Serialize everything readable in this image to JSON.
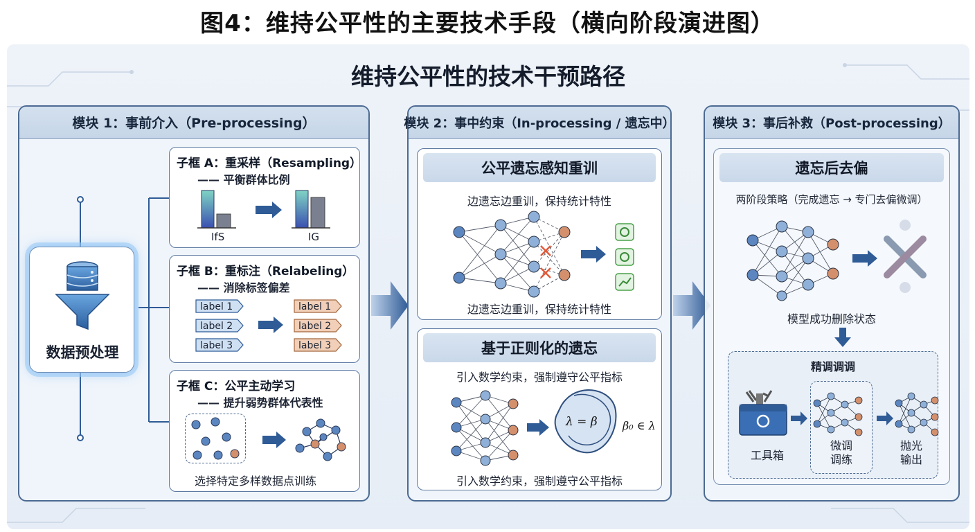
{
  "figure_title": "图4：维持公平性的主要技术手段（横向阶段演进图）",
  "main_title": "维持公平性的技术干预路径",
  "left": {
    "source_label": "数据预处理",
    "source_icon": "database-funnel-icon"
  },
  "module1": {
    "title": "模块 1：事前介入（Pre-processing）",
    "box_a": {
      "title": "子框 A：重采样（Resampling）",
      "subtitle": "—— 平衡群体比例",
      "label_before": "IfS",
      "label_after": "IG"
    },
    "box_b": {
      "title": "子框 B：重标注（Relabeling）",
      "subtitle": "—— 消除标签偏差",
      "labels_before": [
        "label 1",
        "label 2",
        "label 3"
      ],
      "labels_after": [
        "label 1",
        "label 2",
        "label 3"
      ]
    },
    "box_c": {
      "title": "子框 C：公平主动学习",
      "subtitle": "—— 提升弱势群体代表性",
      "caption": "选择特定多样数据点训练"
    }
  },
  "module2": {
    "title": "模块 2：事中约束（In-processing / 遗忘中）",
    "card1": {
      "title": "公平遗忘感知重训",
      "text_top": "边遗忘边重训，保持统计特性",
      "text_bottom": "边遗忘边重训，保持统计特性"
    },
    "card2": {
      "title": "基于正则化的遗忘",
      "text_top": "引入数学约束，强制遵守公平指标",
      "formula": "λ = β",
      "formula_side": "β₀ ∈ λ",
      "text_bottom": "引入数学约束，强制遵守公平指标"
    }
  },
  "module3": {
    "title": "模块 3：事后补救（Post-processing）",
    "card_title": "遗忘后去偏",
    "strategy": "两阶段策略（完成遗忘 → 专门去偏微调）",
    "state": "模型成功删除状态",
    "fine": {
      "title": "精调调调",
      "toolbox": "工具箱",
      "finetune": "微调\n调练",
      "output": "抛光\n输出"
    }
  },
  "colors": {
    "accent": "#2f5b96",
    "node_blue": "#5b86c0",
    "node_orange": "#d4906c",
    "panel_border": "#4b6a92",
    "green_icon": "#4aa04a",
    "red_cross": "#e05a3a"
  }
}
